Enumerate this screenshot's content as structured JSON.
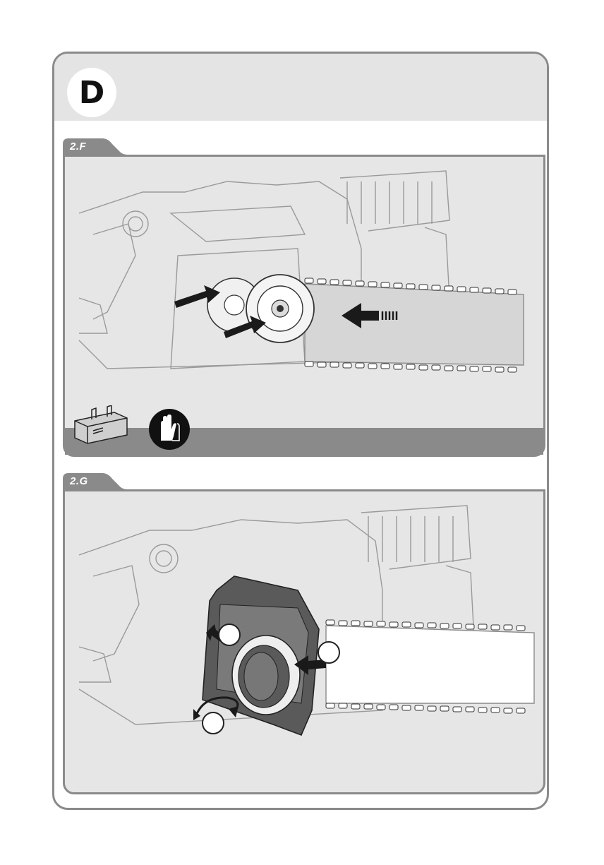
{
  "header": {
    "letter": "D"
  },
  "sections": [
    {
      "id": "2.F",
      "label": "2.F"
    },
    {
      "id": "2.G",
      "label": "2.G"
    }
  ],
  "colors": {
    "frame": "#8a8a8a",
    "panel_bg": "#e6e6e6",
    "header_bg": "#e4e4e4",
    "arrow": "#1a1a1a"
  },
  "icons": {
    "tool": "spanner-workbench-icon",
    "gloves": "protective-gloves-icon"
  }
}
